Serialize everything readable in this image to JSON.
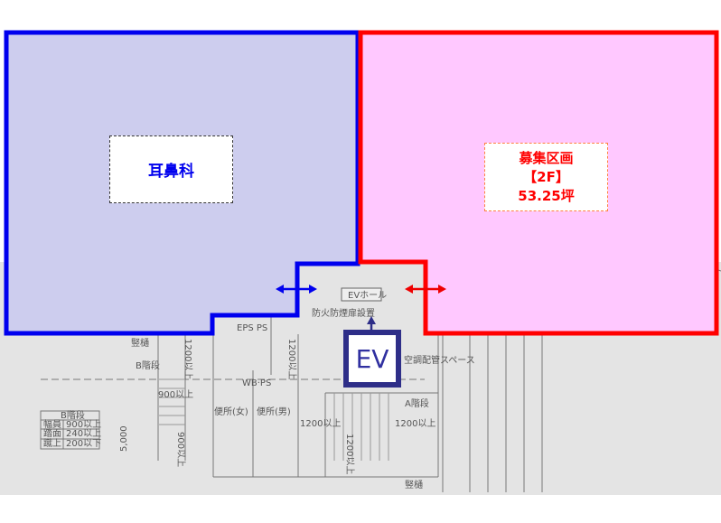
{
  "colors": {
    "clinic_fill": "#cdcdee",
    "clinic_stroke": "#0000ee",
    "vacant_fill": "#ffc8ff",
    "vacant_stroke": "#ff0000",
    "ev_stroke": "#2e2e88",
    "plan_bg": "#e4e4e4"
  },
  "clinic": {
    "label": "耳鼻科"
  },
  "vacant": {
    "title": "募集区画",
    "floor": "【2F】",
    "area": "53.25坪"
  },
  "ev": {
    "label": "EV"
  },
  "plan": {
    "ev_hall": "EVホール",
    "fire_door": "防火防煙扉設置",
    "eps_ps": "EPS PS",
    "wb_ps": "WB·PS",
    "toilet_f": "便所(女)",
    "toilet_m": "便所(男)",
    "stair_a": "A階段",
    "stair_b": "B階段",
    "duct": "空調配管スペース",
    "downspout1": "竪樋",
    "downspout2": "竪樋",
    "w1200a": "1200以上",
    "w1200b": "1200以上",
    "w1200c": "1200以上",
    "w1200d": "1200以上",
    "w1200e": "1200以上",
    "w900a": "900以上",
    "w900b": "900以上",
    "dim": "5,000",
    "table": {
      "title": "B階段",
      "rows": [
        [
          "幅員",
          "900以上"
        ],
        [
          "踏面",
          "240以上"
        ],
        [
          "蹴上",
          "200以下"
        ]
      ]
    }
  }
}
